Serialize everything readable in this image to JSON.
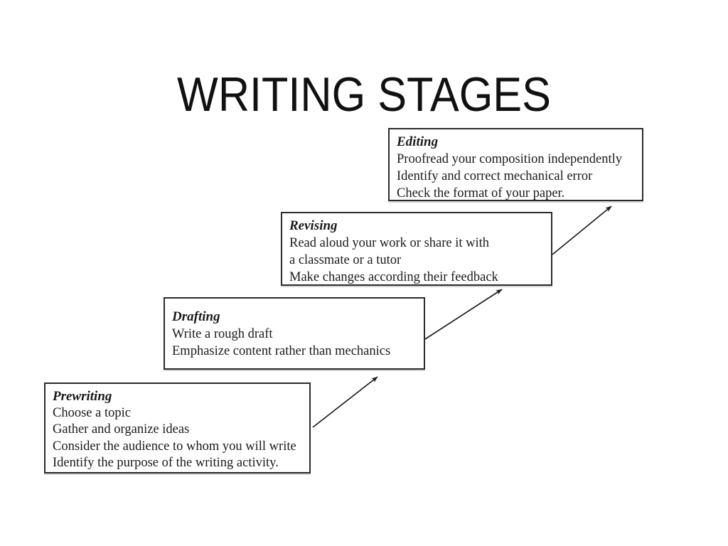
{
  "title": "WRITING STAGES",
  "stages": [
    {
      "name": "Prewriting",
      "lines": [
        "Choose a topic",
        "Gather and organize ideas",
        "Consider the audience to whom you will write",
        "Identify the purpose of the writing activity."
      ]
    },
    {
      "name": "Drafting",
      "lines": [
        "Write a rough draft",
        "Emphasize content rather than mechanics"
      ]
    },
    {
      "name": "Revising",
      "lines": [
        "Read aloud your work or share it with",
        "a classmate or a tutor",
        "Make changes according their feedback"
      ]
    },
    {
      "name": "Editing",
      "lines": [
        "Proofread your composition independently",
        "Identify and correct mechanical error",
        "Check the format of your paper."
      ]
    }
  ],
  "colors": {
    "background": "#ffffff",
    "text": "#1a1a1a",
    "box_border": "#2b2b2b",
    "arrow": "#1c1c1c"
  }
}
